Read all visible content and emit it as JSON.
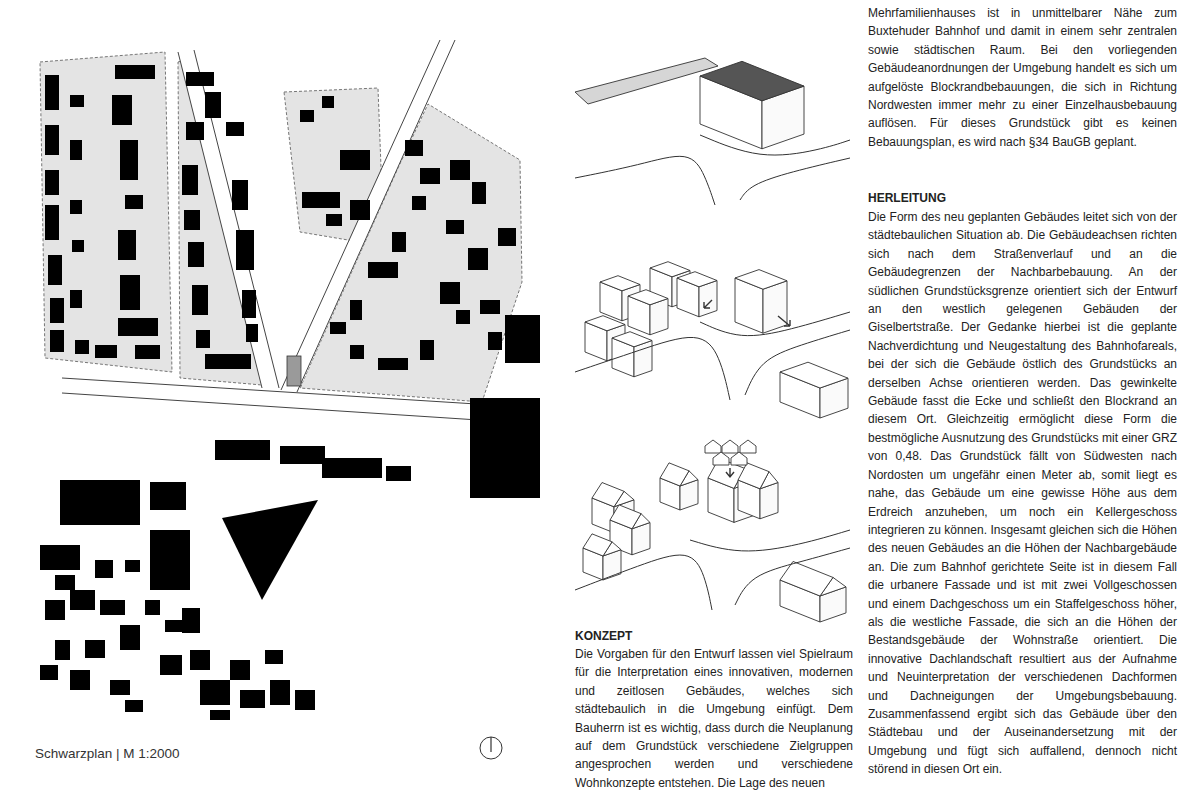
{
  "diagram": {
    "caption": "Schwarzplan | M 1:2000",
    "labels": [
      "Mehrfamilienhauses ist in unmittelbarer Nähe zum Buxtehuder Bahnhof und damit in einem sehr zentralen sowie städtischen Raum. Bei den vorliegenden Gebäudeanordnungen der Umgebung handelt es sich um aufgelöste Blockrandbebauungen, die sich in Richtung Nordwesten immer mehr zu einer Einzelhausbebauung auflösen. Für dieses Grundstück gibt es keinen Bebauungsplan, es wird nach §34 BauGB geplant.",
      "KONZEPT",
      "Die Vorgaben für den Entwurf lassen viel Spielraum für die Interpretation eines innovativen, modernen und zeitlosen Gebäudes, welches sich städtebaulich in die Umgebung einfügt. Dem Bauherrn ist es wichtig, dass durch die Neuplanung auf dem Grundstück verschiedene Zielgruppen angesprochen werden und verschiedene Wohnkonzepte entstehen. Die Lage des neuen",
      "HERLEITUNG",
      "Die Form des neu geplanten Gebäudes leitet sich von der städtebaulichen Situation ab. Die Gebäudeachsen richten sich nach dem Straßenverlauf und an die Gebäudegrenzen der Nachbarbebauung. An der südlichen Grundstücksgrenze orientiert sich der Entwurf an den westlich gelegenen Gebäuden der Giselbertstraße. Der Gedanke hierbei ist die geplante Nachverdichtung und Neugestaltung des Bahnhofareals, bei der sich die Gebäude östlich des Grundstücks an derselben Achse orientieren werden. Das gewinkelte Gebäude fasst die Ecke und schließt den Blockrand an diesem Ort. Gleichzeitig ermöglicht diese Form die bestmögliche Ausnutzung des Grundstücks mit einer GRZ von 0,48. Das Grundstück fällt von Südwesten nach Nordosten um ungefähr einen Meter ab, somit liegt es nahe, das Gebäude um eine gewisse Höhe aus dem Erdreich anzuheben, um noch ein Kellergeschoss integrieren zu können. Insgesamt gleichen sich die Höhen des neuen Gebäudes an die Höhen der Nachbargebäude an. Die zum Bahnhof gerichtete Seite ist in diesem Fall die urbanere Fassade und ist mit zwei Vollgeschossen und einem Dachgeschoss um ein Staffelgeschoss höher, als die westliche Fassade, die sich an die Höhen der Bestandsgebäude der Wohnstraße orientiert. Die innovative Dachlandschaft resultiert aus der Aufnahme und Neuinterpretation der verschiedenen Dachformen und Dachneigungen der Umgebungsbebauung. Zusammenfassend ergibt sich das Gebäude über den Städtebau und der Auseinandersetzung mit der Umgebung und fügt sich auffallend, dennoch nicht störend in diesen Ort ein."
    ]
  }
}
